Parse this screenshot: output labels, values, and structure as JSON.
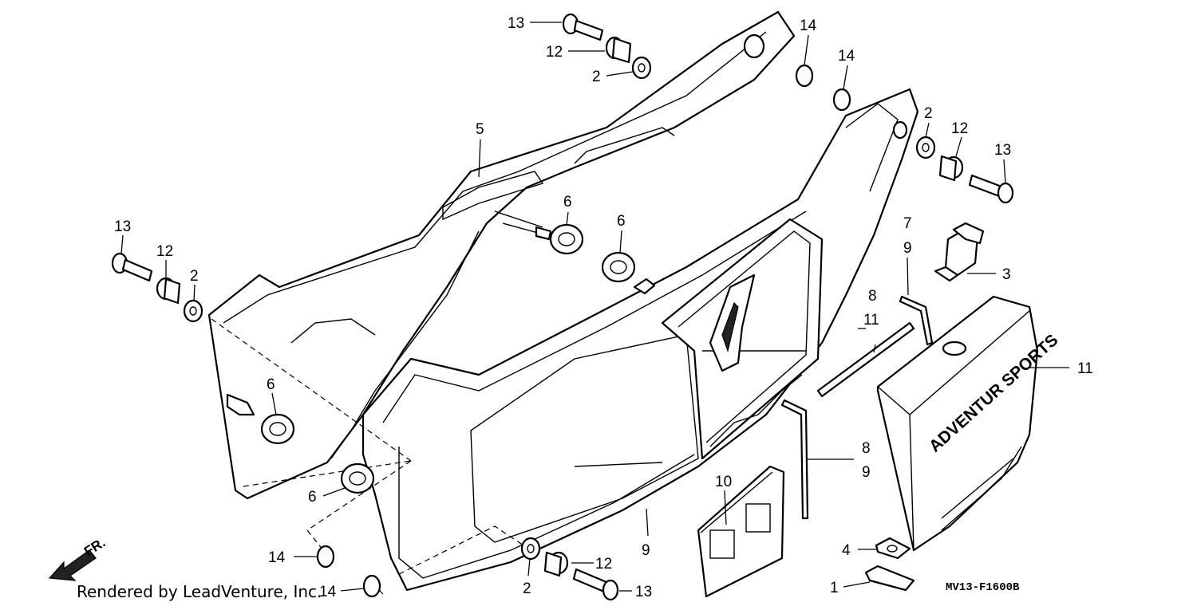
{
  "diagram": {
    "callouts": [
      {
        "id": "c1",
        "label": "13"
      },
      {
        "id": "c2",
        "label": "12"
      },
      {
        "id": "c3",
        "label": "2"
      },
      {
        "id": "c4",
        "label": "14"
      },
      {
        "id": "c5",
        "label": "14"
      },
      {
        "id": "c6",
        "label": "2"
      },
      {
        "id": "c7",
        "label": "12"
      },
      {
        "id": "c8",
        "label": "13"
      },
      {
        "id": "c9",
        "label": "5"
      },
      {
        "id": "c10",
        "label": "6"
      },
      {
        "id": "c11",
        "label": "6"
      },
      {
        "id": "c12",
        "label": "13"
      },
      {
        "id": "c13",
        "label": "12"
      },
      {
        "id": "c14",
        "label": "2"
      },
      {
        "id": "c15",
        "label": "7"
      },
      {
        "id": "c16",
        "label": "9"
      },
      {
        "id": "c17",
        "label": "3"
      },
      {
        "id": "c18",
        "label": "8"
      },
      {
        "id": "c19",
        "label": "11"
      },
      {
        "id": "c20",
        "label": "11"
      },
      {
        "id": "c21",
        "label": "6"
      },
      {
        "id": "c22",
        "label": "6"
      },
      {
        "id": "c23",
        "label": "8"
      },
      {
        "id": "c24",
        "label": "9"
      },
      {
        "id": "c25",
        "label": "10"
      },
      {
        "id": "c26",
        "label": "9"
      },
      {
        "id": "c27",
        "label": "4"
      },
      {
        "id": "c28",
        "label": "14"
      },
      {
        "id": "c29",
        "label": "12"
      },
      {
        "id": "c30",
        "label": "2"
      },
      {
        "id": "c31",
        "label": "13"
      },
      {
        "id": "c32",
        "label": "14"
      },
      {
        "id": "c33",
        "label": "1"
      }
    ],
    "cover_lettering": "ADVENTUR SPORTS",
    "front_marker": "FR.",
    "diagram_code": "MV13-F1600B"
  },
  "footer": {
    "credit": "Rendered by LeadVenture, Inc."
  }
}
